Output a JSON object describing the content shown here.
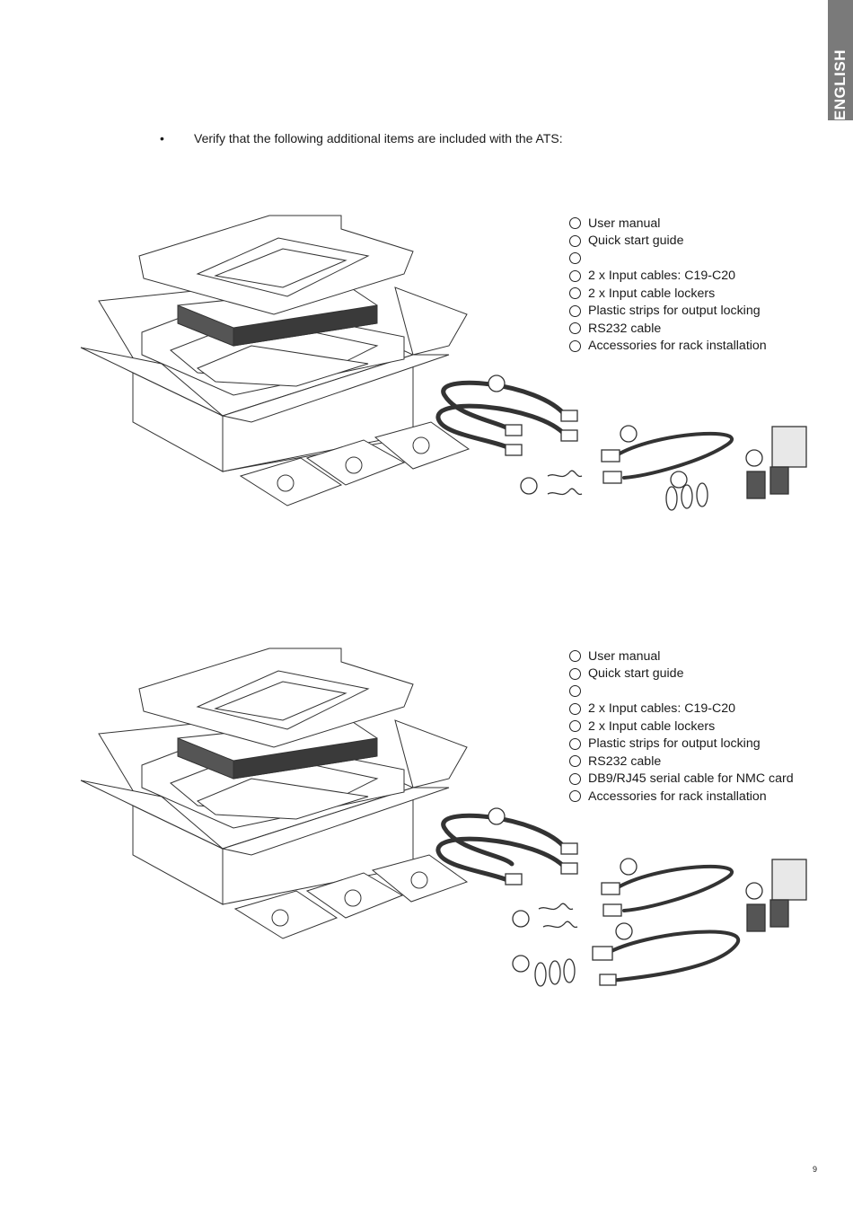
{
  "side_tab": {
    "label": "ENGLISH"
  },
  "intro": {
    "bullet": "•",
    "text": "Verify that the following additional items are included with the ATS:"
  },
  "figures": [
    {
      "items": [
        "User manual",
        "Quick start guide",
        "",
        "2 x Input cables: C19-C20",
        "2 x Input cable lockers",
        "Plastic strips for output locking",
        "RS232 cable",
        "Accessories for rack installation"
      ]
    },
    {
      "items": [
        "User manual",
        "Quick start guide",
        "",
        "2 x Input cables: C19-C20",
        "2 x Input cable lockers",
        "Plastic strips for output locking",
        "RS232 cable",
        "DB9/RJ45 serial cable for NMC card",
        "Accessories for rack installation"
      ]
    }
  ],
  "footer": {
    "page_number": "9"
  },
  "colors": {
    "tab_background": "#7a7a7a",
    "line": "#333333",
    "device": "#3a3a3a"
  }
}
